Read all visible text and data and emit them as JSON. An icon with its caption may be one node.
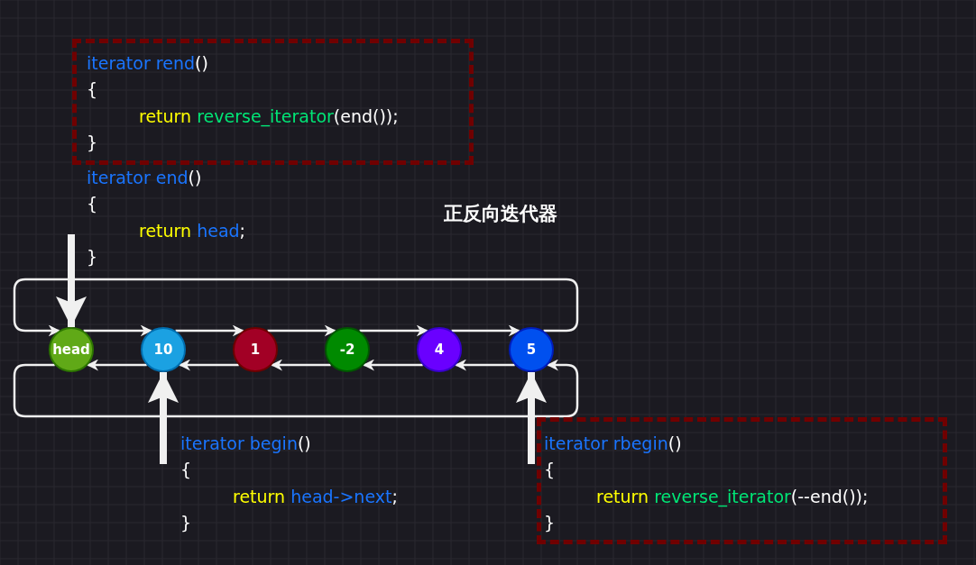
{
  "diagram": {
    "title": "正反向迭代器",
    "nodes": [
      {
        "text": [
          "head"
        ]
      },
      {
        "text": [
          "10"
        ]
      },
      {
        "text": [
          "1"
        ]
      },
      {
        "text": [
          "-2"
        ]
      },
      {
        "text": [
          "4"
        ]
      },
      {
        "text": [
          "5"
        ]
      },
      {
        "text": [
          "iterator rend()",
          "{",
          "return reverse_iterator(end());",
          "}"
        ]
      },
      {
        "text": [
          "iterator end()",
          "{",
          "return head;",
          "}"
        ]
      },
      {
        "text": [
          "iterator begin()",
          "{",
          "return head->next;",
          "}"
        ]
      },
      {
        "text": [
          "iterator rbegin()",
          "{",
          "return reverse_iterator(--end());",
          "}"
        ]
      }
    ],
    "edges": [
      {
        "from": 0,
        "to": 1,
        "arrow": "to"
      },
      {
        "from": 1,
        "to": 2,
        "arrow": "to"
      },
      {
        "from": 2,
        "to": 3,
        "arrow": "to"
      },
      {
        "from": 3,
        "to": 4,
        "arrow": "to"
      },
      {
        "from": 4,
        "to": 5,
        "arrow": "to"
      },
      {
        "from": 5,
        "to": 0,
        "arrow": "to"
      },
      {
        "from": 5,
        "to": 4,
        "arrow": "to"
      },
      {
        "from": 4,
        "to": 3,
        "arrow": "to"
      },
      {
        "from": 3,
        "to": 2,
        "arrow": "to"
      },
      {
        "from": 2,
        "to": 1,
        "arrow": "to"
      },
      {
        "from": 1,
        "to": 0,
        "arrow": "to"
      },
      {
        "from": 0,
        "to": 5,
        "arrow": "to"
      },
      {
        "from": 7,
        "to": 0,
        "arrow": "to",
        "style": "thick"
      },
      {
        "from": 8,
        "to": 1,
        "arrow": "to",
        "style": "thick"
      },
      {
        "from": 9,
        "to": 5,
        "arrow": "to",
        "style": "thick"
      }
    ]
  }
}
